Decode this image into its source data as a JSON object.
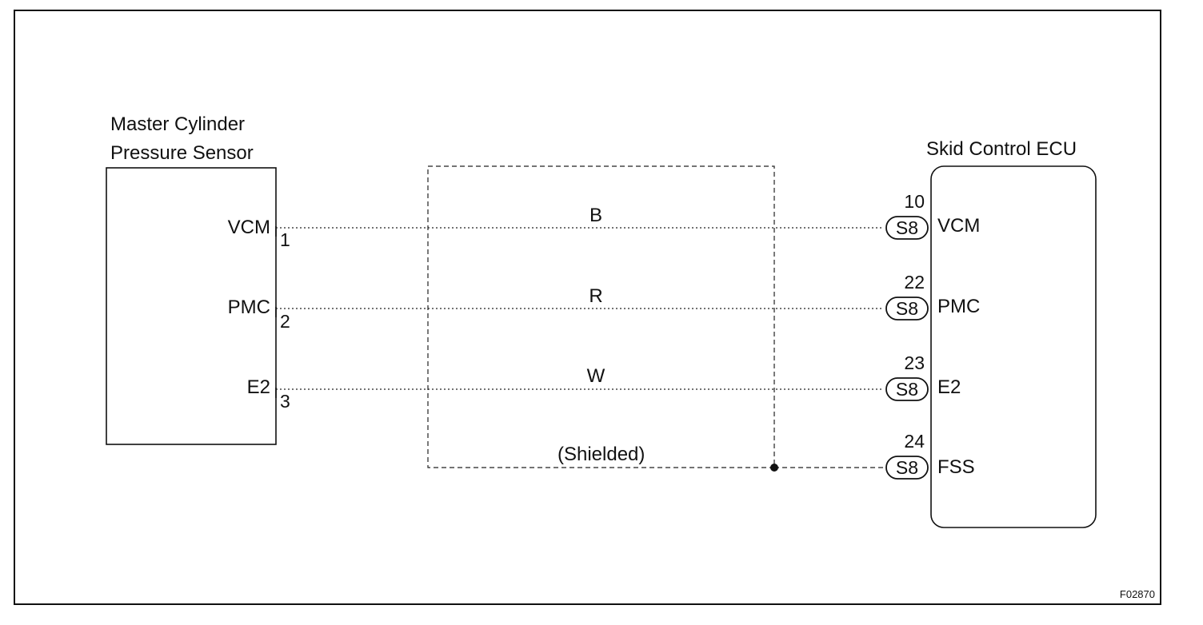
{
  "frame_id": "F02870",
  "sensor": {
    "name_line1": "Master Cylinder",
    "name_line2": "Pressure Sensor",
    "pins": [
      {
        "label": "VCM",
        "number": "1"
      },
      {
        "label": "PMC",
        "number": "2"
      },
      {
        "label": "E2",
        "number": "3"
      }
    ]
  },
  "ecu": {
    "name": "Skid Control ECU",
    "pins": [
      {
        "number": "10",
        "connector": "S8",
        "label": "VCM"
      },
      {
        "number": "22",
        "connector": "S8",
        "label": "PMC"
      },
      {
        "number": "23",
        "connector": "S8",
        "label": "E2"
      },
      {
        "number": "24",
        "connector": "S8",
        "label": "FSS"
      }
    ]
  },
  "wires": [
    {
      "color_code": "B"
    },
    {
      "color_code": "R"
    },
    {
      "color_code": "W"
    }
  ],
  "shield_label": "(Shielded)"
}
